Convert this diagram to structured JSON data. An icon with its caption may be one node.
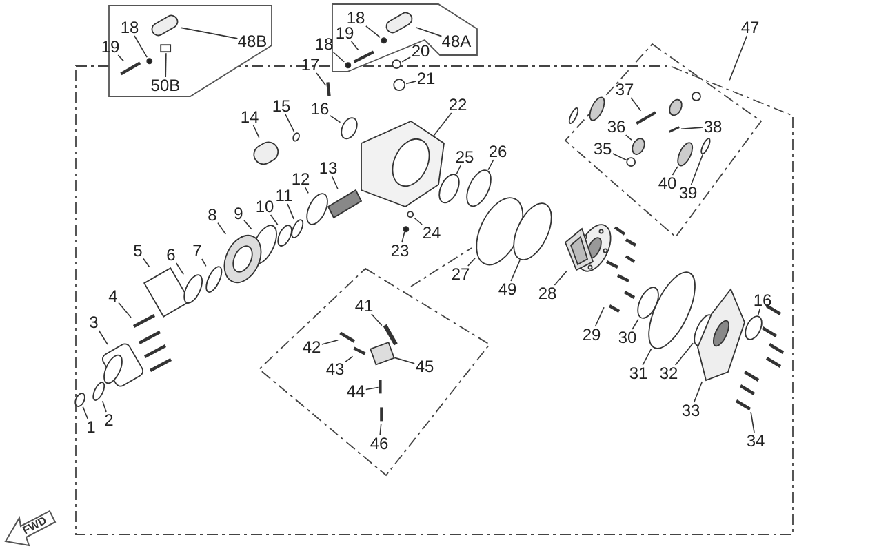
{
  "diagram": {
    "nodes": [
      {
        "text": [],
        "shape": "box"
      },
      {
        "text": [
          "18"
        ],
        "in": 0
      },
      {
        "text": [
          "48B"
        ],
        "in": 0
      },
      {
        "text": [
          "19"
        ],
        "in": 0
      },
      {
        "text": [
          "50B"
        ],
        "in": 0
      },
      {
        "text": [],
        "shape": "box"
      },
      {
        "text": [
          "18"
        ],
        "in": 5
      },
      {
        "text": [
          "48A"
        ],
        "in": 5
      },
      {
        "text": [
          "19"
        ],
        "in": 5
      },
      {
        "text": [
          "18"
        ]
      },
      {
        "text": [
          "20"
        ]
      },
      {
        "text": [
          "17"
        ]
      },
      {
        "text": [
          "21"
        ]
      },
      {
        "text": [
          "47"
        ]
      },
      {
        "text": [
          "37"
        ]
      },
      {
        "text": [
          "22"
        ]
      },
      {
        "text": [
          "16"
        ]
      },
      {
        "text": [
          "15"
        ]
      },
      {
        "text": [
          "14"
        ]
      },
      {
        "text": [
          "36"
        ]
      },
      {
        "text": [
          "38"
        ]
      },
      {
        "text": [
          "35"
        ]
      },
      {
        "text": [
          "26"
        ]
      },
      {
        "text": [
          "25"
        ]
      },
      {
        "text": [
          "13"
        ]
      },
      {
        "text": [
          "12"
        ]
      },
      {
        "text": [
          "40"
        ]
      },
      {
        "text": [
          "39"
        ]
      },
      {
        "text": [
          "11"
        ]
      },
      {
        "text": [
          "10"
        ]
      },
      {
        "text": [
          "9"
        ]
      },
      {
        "text": [
          "8"
        ]
      },
      {
        "text": [
          "24"
        ]
      },
      {
        "text": [
          "7"
        ]
      },
      {
        "text": [
          "23"
        ]
      },
      {
        "text": [
          "5"
        ]
      },
      {
        "text": [
          "6"
        ]
      },
      {
        "text": [
          "27"
        ]
      },
      {
        "text": [
          "49"
        ]
      },
      {
        "text": [
          "28"
        ]
      },
      {
        "text": [
          "4"
        ]
      },
      {
        "text": [
          "16"
        ]
      },
      {
        "text": [
          "41"
        ]
      },
      {
        "text": [
          "3"
        ]
      },
      {
        "text": [
          "29"
        ]
      },
      {
        "text": [
          "30"
        ]
      },
      {
        "text": [
          "42"
        ]
      },
      {
        "text": [
          "45"
        ]
      },
      {
        "text": [
          "43"
        ]
      },
      {
        "text": [
          "31"
        ]
      },
      {
        "text": [
          "32"
        ]
      },
      {
        "text": [
          "44"
        ]
      },
      {
        "text": [
          "33"
        ]
      },
      {
        "text": [
          "2"
        ]
      },
      {
        "text": [
          "1"
        ]
      },
      {
        "text": [
          "34"
        ]
      },
      {
        "text": [
          "46"
        ]
      },
      {
        "text": [],
        "shape": "circle",
        "in": 0
      },
      {
        "text": [],
        "shape": "cylinder",
        "in": 0
      },
      {
        "text": [],
        "shape": "bar",
        "in": 0
      },
      {
        "text": [],
        "shape": "box",
        "in": 0
      },
      {
        "text": [],
        "shape": "circle",
        "in": 5
      },
      {
        "text": [],
        "shape": "cylinder",
        "in": 5
      },
      {
        "text": [],
        "shape": "bar",
        "in": 5
      },
      {
        "text": [],
        "shape": "circle",
        "in": 5
      },
      {
        "text": [],
        "shape": "circle"
      },
      {
        "text": [],
        "shape": "bar"
      },
      {
        "text": [],
        "shape": "circle"
      },
      {
        "text": [],
        "shape": "bar"
      },
      {
        "text": [],
        "shape": "picture"
      },
      {
        "text": [],
        "shape": "circle"
      },
      {
        "text": [],
        "shape": "circle"
      },
      {
        "text": [],
        "shape": "cylinder"
      },
      {
        "text": [],
        "shape": "circle"
      },
      {
        "text": [],
        "shape": "bar"
      },
      {
        "text": [],
        "shape": "circle"
      },
      {
        "text": [],
        "shape": "circle"
      },
      {
        "text": [],
        "shape": "circle"
      },
      {
        "text": [],
        "shape": "picture"
      },
      {
        "text": [],
        "shape": "circle"
      },
      {
        "text": [],
        "shape": "circle"
      },
      {
        "text": [],
        "shape": "circle"
      },
      {
        "text": [],
        "shape": "circle"
      },
      {
        "text": [],
        "shape": "circle"
      },
      {
        "text": [],
        "shape": "circle"
      },
      {
        "text": [],
        "shape": "picture"
      },
      {
        "text": [],
        "shape": "circle"
      },
      {
        "text": [],
        "shape": "circle"
      },
      {
        "text": [],
        "shape": "circle"
      },
      {
        "text": [],
        "shape": "box"
      },
      {
        "text": [],
        "shape": "circle"
      },
      {
        "text": [],
        "shape": "circle"
      },
      {
        "text": [],
        "shape": "circle"
      },
      {
        "text": [],
        "shape": "picture"
      },
      {
        "text": [],
        "shape": "picture"
      },
      {
        "text": [],
        "shape": "circle"
      },
      {
        "text": [],
        "shape": "bar"
      },
      {
        "text": [],
        "shape": "picture"
      },
      {
        "text": [],
        "shape": "picture"
      },
      {
        "text": [],
        "shape": "circle"
      },
      {
        "text": [],
        "shape": "bar"
      },
      {
        "text": [],
        "shape": "box"
      },
      {
        "text": [],
        "shape": "bar"
      },
      {
        "text": [],
        "shape": "circle"
      },
      {
        "text": [],
        "shape": "circle"
      },
      {
        "text": [],
        "shape": "bar"
      },
      {
        "text": [],
        "shape": "picture"
      },
      {
        "text": [],
        "shape": "circle"
      },
      {
        "text": [],
        "shape": "circle"
      },
      {
        "text": [],
        "shape": "picture"
      },
      {
        "text": [],
        "shape": "bar"
      }
    ],
    "edges": [
      {
        "from": 1,
        "to": 57,
        "arrow": "none"
      },
      {
        "from": 2,
        "to": 58,
        "arrow": "none"
      },
      {
        "from": 3,
        "to": 59,
        "arrow": "none"
      },
      {
        "from": 4,
        "to": 60,
        "arrow": "none"
      },
      {
        "from": 6,
        "to": 61,
        "arrow": "none"
      },
      {
        "from": 7,
        "to": 62,
        "arrow": "none"
      },
      {
        "from": 8,
        "to": 63,
        "arrow": "none"
      },
      {
        "from": 9,
        "to": 64,
        "arrow": "none"
      },
      {
        "from": 10,
        "to": 65,
        "arrow": "none"
      },
      {
        "from": 11,
        "to": 66,
        "arrow": "none"
      },
      {
        "from": 12,
        "to": 67,
        "arrow": "none"
      },
      {
        "from": 13,
        "to": null,
        "arrow": "none"
      },
      {
        "from": 14,
        "to": 68,
        "arrow": "none"
      },
      {
        "from": 15,
        "to": 69,
        "arrow": "none"
      },
      {
        "from": 16,
        "to": 70,
        "arrow": "none"
      },
      {
        "from": 17,
        "to": 71,
        "arrow": "none"
      },
      {
        "from": 18,
        "to": 72,
        "arrow": "none"
      },
      {
        "from": 19,
        "to": 73,
        "arrow": "none"
      },
      {
        "from": 20,
        "to": 74,
        "arrow": "none"
      },
      {
        "from": 21,
        "to": 75,
        "arrow": "none"
      },
      {
        "from": 22,
        "to": 76,
        "arrow": "none"
      },
      {
        "from": 23,
        "to": 77,
        "arrow": "none"
      },
      {
        "from": 24,
        "to": 78,
        "arrow": "none"
      },
      {
        "from": 25,
        "to": 79,
        "arrow": "none"
      },
      {
        "from": 26,
        "to": 80,
        "arrow": "none"
      },
      {
        "from": 27,
        "to": 81,
        "arrow": "none"
      },
      {
        "from": 28,
        "to": 82,
        "arrow": "none"
      },
      {
        "from": 29,
        "to": 83,
        "arrow": "none"
      },
      {
        "from": 30,
        "to": 84,
        "arrow": "none"
      },
      {
        "from": 31,
        "to": 85,
        "arrow": "none"
      },
      {
        "from": 32,
        "to": 86,
        "arrow": "none"
      },
      {
        "from": 33,
        "to": 87,
        "arrow": "none"
      },
      {
        "from": 34,
        "to": 88,
        "arrow": "none"
      },
      {
        "from": 35,
        "to": 89,
        "arrow": "none"
      },
      {
        "from": 36,
        "to": 90,
        "arrow": "none"
      },
      {
        "from": 37,
        "to": 91,
        "arrow": "none"
      },
      {
        "from": 38,
        "to": 92,
        "arrow": "none"
      },
      {
        "from": 39,
        "to": 93,
        "arrow": "none"
      },
      {
        "from": 40,
        "to": 94,
        "arrow": "none"
      },
      {
        "from": 41,
        "to": 95,
        "arrow": "none"
      },
      {
        "from": 42,
        "to": 96,
        "arrow": "none"
      },
      {
        "from": 43,
        "to": 97,
        "arrow": "none"
      },
      {
        "from": 44,
        "to": 98,
        "arrow": "none"
      },
      {
        "from": 45,
        "to": 99,
        "arrow": "none"
      },
      {
        "from": 46,
        "to": 100,
        "arrow": "none"
      },
      {
        "from": 47,
        "to": 101,
        "arrow": "none"
      },
      {
        "from": 48,
        "to": 102,
        "arrow": "none"
      },
      {
        "from": 49,
        "to": 103,
        "arrow": "none"
      },
      {
        "from": 50,
        "to": 104,
        "arrow": "none"
      },
      {
        "from": 51,
        "to": 105,
        "arrow": "none"
      },
      {
        "from": 52,
        "to": 106,
        "arrow": "none"
      },
      {
        "from": 53,
        "to": 107,
        "arrow": "none"
      },
      {
        "from": 54,
        "to": 108,
        "arrow": "none"
      },
      {
        "from": 55,
        "to": 109,
        "arrow": "none"
      },
      {
        "from": 56,
        "to": 110,
        "arrow": "none"
      }
    ],
    "labels": [
      "FWD"
    ]
  }
}
